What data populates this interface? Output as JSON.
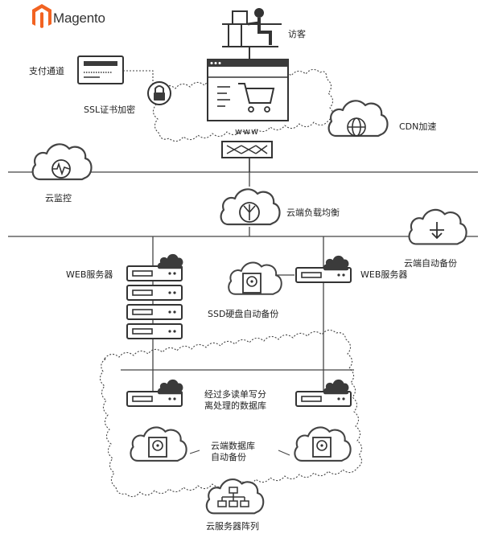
{
  "brand": {
    "name": "Magento",
    "accent": "#f26322"
  },
  "labels": {
    "visitor": "访客",
    "payment": "支付通道",
    "ssl": "SSL证书加密",
    "www": "www",
    "cdn": "CDN加速",
    "monitor": "云监控",
    "lb": "云端负载均衡",
    "backup": "云端自动备份",
    "web_left": "WEB服务器",
    "web_right": "WEB服务器",
    "ssd": "SSD硬盘自动备份",
    "rw_split": "经过多读单写分\n离处理的数据库",
    "db_backup": "云端数据库\n自动备份",
    "cluster": "云服务器阵列"
  },
  "colors": {
    "line": "#444444",
    "fill": "#ffffff",
    "dark": "#3b3b3b",
    "gray": "#777777"
  }
}
